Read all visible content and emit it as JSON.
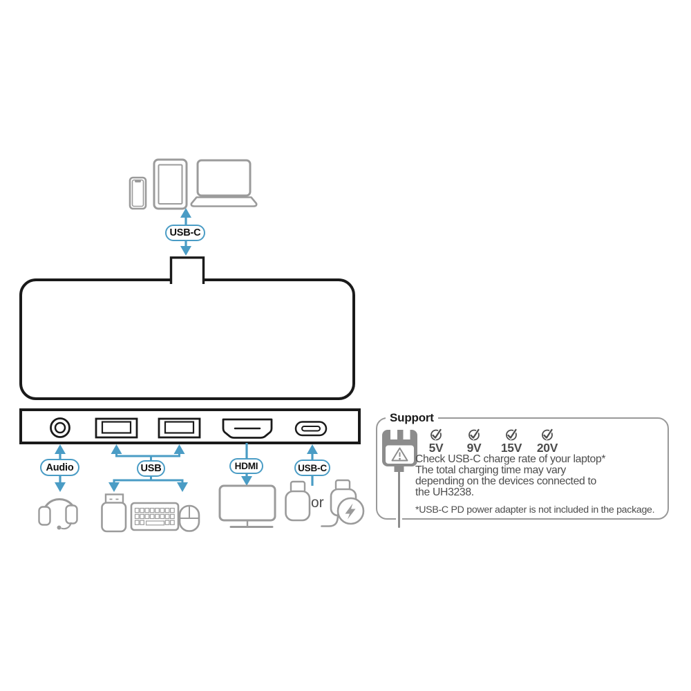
{
  "diagram": {
    "labels": {
      "usb_c_host": "USB-C",
      "audio": "Audio",
      "usb": "USB",
      "hdmi": "HDMI",
      "usb_c_device": "USB-C",
      "or": "or"
    }
  },
  "support_panel": {
    "title": "Support",
    "voltages": [
      "5V",
      "9V",
      "15V",
      "20V"
    ],
    "description_lines": [
      "Check USB-C charge rate of your laptop*",
      "The total charging time may vary",
      "depending on the devices connected to",
      "the UH3238."
    ],
    "footnote": "*USB-C PD power adapter is not included in the package."
  },
  "colors": {
    "accent_blue": "#4A9CC5",
    "outline_dark": "#1A1A1A",
    "device_gray": "#9B9B9B",
    "panel_border_gray": "#999999",
    "text_gray": "#4D4D4D",
    "adapter_gray": "#8C8C8C"
  },
  "icons": [
    "smartphone-icon",
    "tablet-icon",
    "laptop-icon",
    "up-arrow-icon",
    "down-arrow-icon",
    "usb-c-connector-icon",
    "dock-icon",
    "audio-jack-port-icon",
    "usb-a-port-icon",
    "hdmi-port-icon",
    "usb-c-port-icon",
    "headset-icon",
    "usb-flash-drive-icon",
    "keyboard-icon",
    "mouse-icon",
    "monitor-icon",
    "usb-c-plug-icon",
    "usb-c-power-adapter-icon",
    "power-adapter-warning-icon",
    "check-icon"
  ]
}
